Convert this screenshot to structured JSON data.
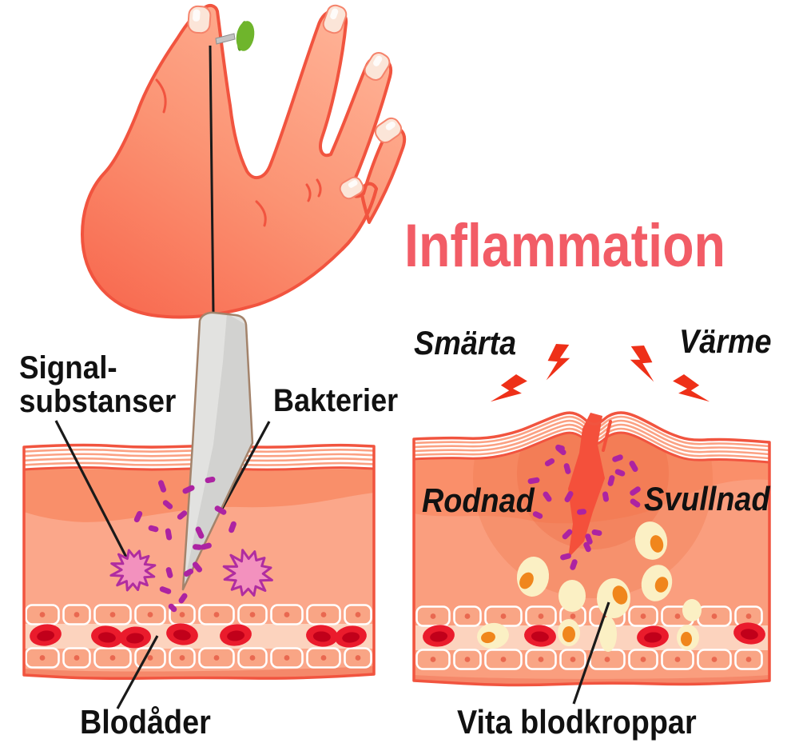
{
  "title": {
    "text": "Inflammation"
  },
  "figure": {
    "hand": {
      "pin_icon": "green-pushpin-icon",
      "description_icons": [
        "hand-icon"
      ]
    },
    "left_panel": {
      "signal_label_line1": "Signal-",
      "signal_label_line2": "substanser",
      "bacteria_label": "Bakterier",
      "vessel_label": "Blodåder"
    },
    "right_panel": {
      "pain_label": "Smärta",
      "heat_label": "Värme",
      "redness_label": "Rodnad",
      "swelling_label": "Svullnad",
      "wbc_label": "Vita blodkroppar"
    }
  },
  "colors": {
    "title": "#F25C66",
    "label_text": "#111111",
    "skin_outline": "#F1543F",
    "skin_light": "#FBA78A",
    "skin_mid": "#F98F6A",
    "epidermis_stripe": "#FBA183",
    "bacteria": "#AC23A2",
    "signal_substance_fill": "#F391BE",
    "signal_substance_stroke": "#B02DA0",
    "red_blood_cell": "#EA1B2C",
    "white_blood_cell": "#FBF0C4",
    "wbc_nucleus": "#F0861C",
    "lightning_bolt": "#EE3018",
    "pin_green": "#6FB52C",
    "splinter_gray": "#E2E2E0",
    "wound_red": "#F4503B"
  }
}
